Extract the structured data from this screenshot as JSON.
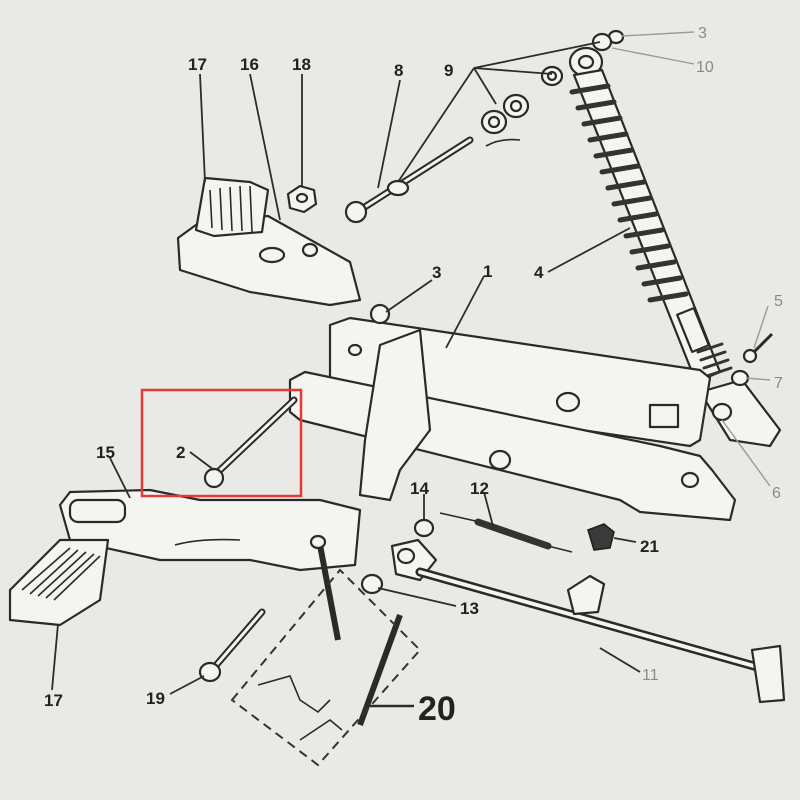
{
  "callouts": {
    "c1": "1",
    "c2": "2",
    "c3a": "3",
    "c3b": "3",
    "c4": "4",
    "c5": "5",
    "c6": "6",
    "c7": "7",
    "c8": "8",
    "c9": "9",
    "c10": "10",
    "c11": "11",
    "c12": "12",
    "c13": "13",
    "c14": "14",
    "c15": "15",
    "c16": "16",
    "c17a": "17",
    "c17b": "17",
    "c18": "18",
    "c19": "19",
    "c20": "20",
    "c21": "21"
  },
  "colors": {
    "highlight": "#e53935",
    "ink": "#2a2a2a",
    "paper": "#e9e9e6"
  },
  "highlight_box": {
    "part": "2"
  }
}
